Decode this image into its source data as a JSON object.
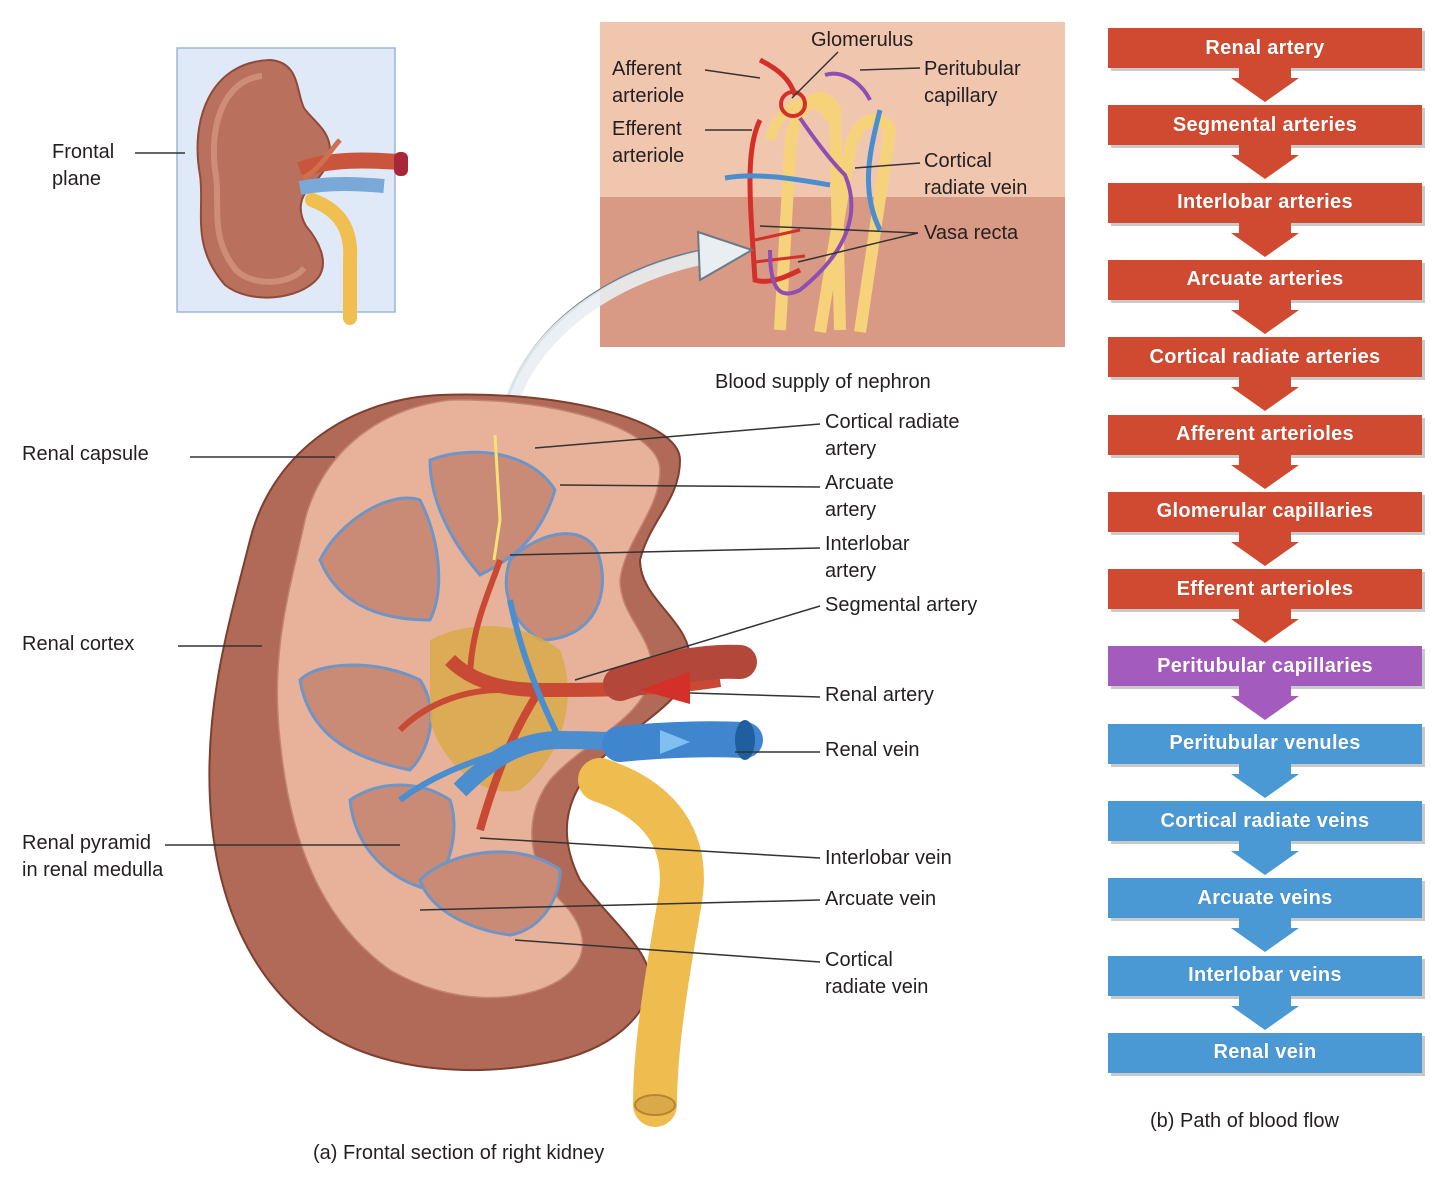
{
  "colors": {
    "artery": "#cf4a31",
    "capillary": "#a35bbd",
    "vein": "#4a98d4",
    "kidney_outer": "#b16a57",
    "cortex": "#e8b29a",
    "pyramid": "#c98a76",
    "ureter": "#f2c25a",
    "inset_bg": "#dfe9f7",
    "nephron_bg_top": "#f1c6ae",
    "nephron_bg_bottom": "#d89a84"
  },
  "labels": {
    "frontal_plane": "Frontal\nplane",
    "afferent_arteriole": "Afferent\narteriole",
    "efferent_arteriole": "Efferent\narteriole",
    "glomerulus": "Glomerulus",
    "peritubular_capillary": "Peritubular\ncapillary",
    "cortical_radiate_vein_top": "Cortical\nradiate vein",
    "vasa_recta": "Vasa recta",
    "blood_supply": "Blood supply of nephron",
    "renal_capsule": "Renal capsule",
    "renal_cortex": "Renal cortex",
    "renal_pyramid": "Renal pyramid\nin renal medulla",
    "cortical_radiate_artery": "Cortical radiate\nartery",
    "arcuate_artery": "Arcuate\nartery",
    "interlobar_artery": "Interlobar\nartery",
    "segmental_artery": "Segmental artery",
    "renal_artery": "Renal artery",
    "renal_vein": "Renal vein",
    "interlobar_vein": "Interlobar vein",
    "arcuate_vein": "Arcuate vein",
    "cortical_radiate_vein": "Cortical\nradiate vein"
  },
  "captions": {
    "a": "(a) Frontal section of right kidney",
    "b": "(b) Path of blood flow"
  },
  "flow": [
    {
      "label": "Renal artery",
      "kind": "artery"
    },
    {
      "label": "Segmental arteries",
      "kind": "artery"
    },
    {
      "label": "Interlobar arteries",
      "kind": "artery"
    },
    {
      "label": "Arcuate arteries",
      "kind": "artery"
    },
    {
      "label": "Cortical radiate arteries",
      "kind": "artery"
    },
    {
      "label": "Afferent arterioles",
      "kind": "artery"
    },
    {
      "label": "Glomerular capillaries",
      "kind": "artery"
    },
    {
      "label": "Efferent arterioles",
      "kind": "artery"
    },
    {
      "label": "Peritubular capillaries",
      "kind": "capillary"
    },
    {
      "label": "Peritubular venules",
      "kind": "vein"
    },
    {
      "label": "Cortical radiate veins",
      "kind": "vein"
    },
    {
      "label": "Arcuate veins",
      "kind": "vein"
    },
    {
      "label": "Interlobar veins",
      "kind": "vein"
    },
    {
      "label": "Renal vein",
      "kind": "vein"
    }
  ]
}
